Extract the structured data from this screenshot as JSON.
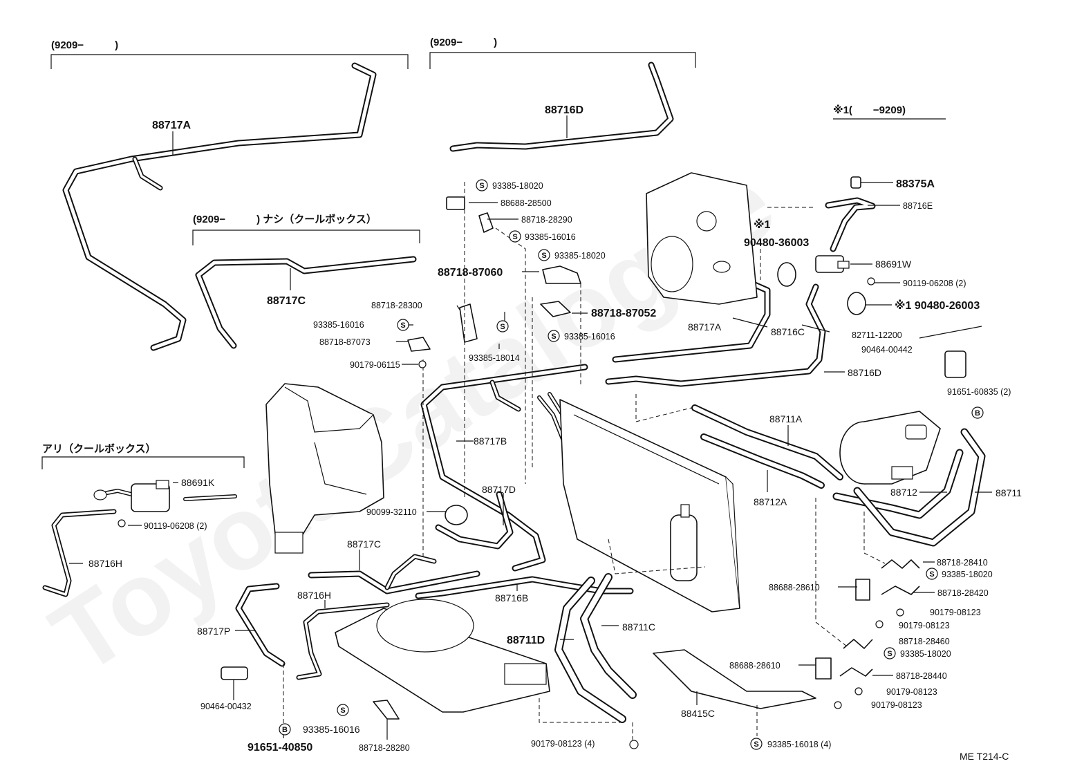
{
  "watermark": "ToyotaCatalogue",
  "diagram_code": "ME T214-C",
  "headers": {
    "top_left": "(9209−　　　)",
    "top_mid": "(9209−　　　)",
    "mid_left": "(9209−　　　)  ナシ（クールボックス）",
    "bottom_left": "アリ（クールボックス）",
    "note_right": "※1(　　−9209)"
  },
  "labels": {
    "p88717A_top": "88717A",
    "p88716D_top": "88716D",
    "p88717C_top": "88717C",
    "p93385_18020_a": "93385-18020",
    "p88688_28500": "88688-28500",
    "p88718_28290": "88718-28290",
    "p93385_16016_a": "93385-16016",
    "p93385_18020_b": "93385-18020",
    "p88718_87060": "88718-87060",
    "p88718_87052": "88718-87052",
    "p93385_16016_b": "93385-16016",
    "p88718_28300": "88718-28300",
    "p93385_16016_c": "93385-16016",
    "p88718_87073": "88718-87073",
    "p90179_06115": "90179-06115",
    "p93385_18014": "93385-18014",
    "p88375A": "88375A",
    "p88716E": "88716E",
    "note_star1": "※1",
    "p90480_36003": "90480-36003",
    "p88691W": "88691W",
    "p90119_06208_a": "90119-06208 (2)",
    "p90480_26003": "※1 90480-26003",
    "p88716C": "88716C",
    "p88717A_mid": "88717A",
    "p82711_12200": "82711-12200",
    "p90464_00442": "90464-00442",
    "p88716D_mid": "88716D",
    "p91651_60835": "91651-60835 (2)",
    "p88711A": "88711A",
    "p88717B": "88717B",
    "p88712A": "88712A",
    "p88712": "88712",
    "p88711": "88711",
    "p88691K": "88691K",
    "p90119_06208_b": "90119-06208 (2)",
    "p88716H_a": "88716H",
    "p90099_32110": "90099-32110",
    "p88717D": "88717D",
    "p88717C_low": "88717C",
    "p88716H_b": "88716H",
    "p88716B": "88716B",
    "p88717P": "88717P",
    "p88711D": "88711D",
    "p88711C": "88711C",
    "p88718_28410": "88718-28410",
    "p93385_18020_c": "93385-18020",
    "p88688_28610_a": "88688-28610",
    "p88718_28420": "88718-28420",
    "p90179_08123_a": "90179-08123",
    "p90179_08123_b": "90179-08123",
    "p88718_28460": "88718-28460",
    "p93385_18020_d": "93385-18020",
    "p88688_28610_b": "88688-28610",
    "p88718_28440": "88718-28440",
    "p90179_08123_c": "90179-08123",
    "p90179_08123_d": "90179-08123",
    "p90464_00432": "90464-00432",
    "p91651_40850": "91651-40850",
    "p93385_16016_d": "93385-16016",
    "p88718_28280": "88718-28280",
    "p90179_08123_e": "90179-08123 (4)",
    "p88415C": "88415C",
    "p93385_16018": "93385-16018 (4)"
  },
  "symbols": {
    "s": "S",
    "b": "B"
  },
  "icons": [
    "s-clip-symbol-icon",
    "b-bolt-symbol-icon"
  ]
}
